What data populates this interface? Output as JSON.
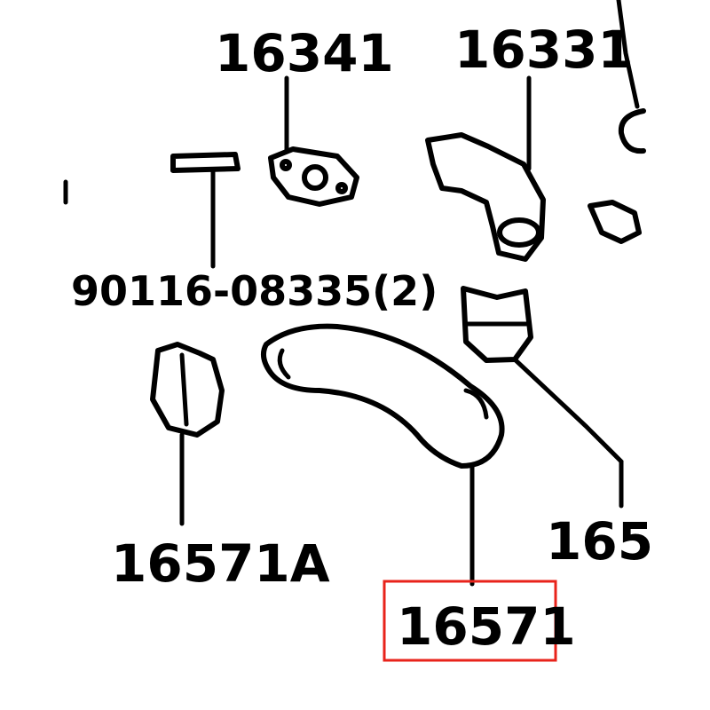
{
  "diagram": {
    "labels": {
      "part_16341": "16341",
      "part_16331": "16331",
      "bolt": "90116-08335(2)",
      "part_16571A": "16571A",
      "part_165_cut": "165",
      "part_16571": "16571"
    },
    "highlight_color": "#e8231b",
    "highlighted_part": "16571"
  }
}
